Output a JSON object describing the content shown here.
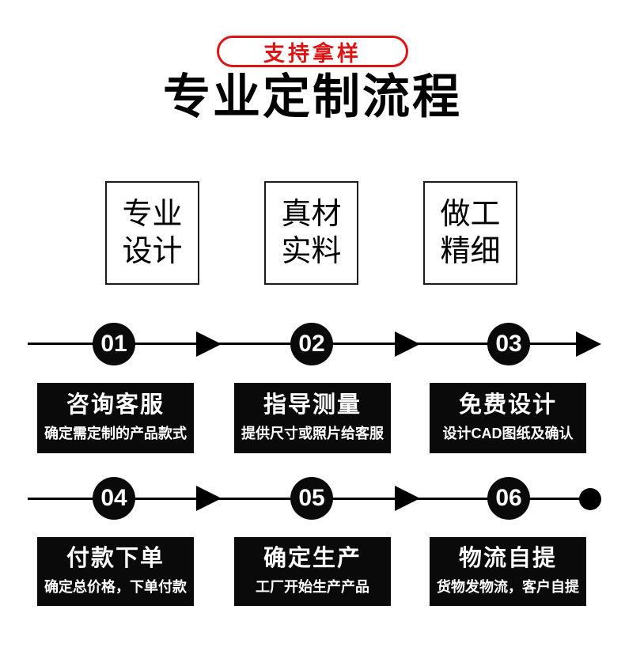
{
  "colors": {
    "accent_red": "#dd1414",
    "ink_black": "#0a0a0a",
    "background": "#ffffff"
  },
  "header": {
    "badge_label": "支持拿样",
    "title": "专业定制流程"
  },
  "features": [
    {
      "line1": "专业",
      "line2": "设计"
    },
    {
      "line1": "真材",
      "line2": "实料"
    },
    {
      "line1": "做工",
      "line2": "精细"
    }
  ],
  "flow": {
    "icons": {
      "arrow": "right-pointing solid triangle",
      "terminator": "filled black dot"
    },
    "steps": [
      {
        "num": "01",
        "title": "咨询客服",
        "desc": "确定需定制的产品款式"
      },
      {
        "num": "02",
        "title": "指导测量",
        "desc": "提供尺寸或照片给客服"
      },
      {
        "num": "03",
        "title": "免费设计",
        "desc": "设计CAD图纸及确认"
      },
      {
        "num": "04",
        "title": "付款下单",
        "desc": "确定总价格，下单付款"
      },
      {
        "num": "05",
        "title": "确定生产",
        "desc": "工厂开始生产产品"
      },
      {
        "num": "06",
        "title": "物流自提",
        "desc": "货物发物流，客户自提"
      }
    ]
  }
}
